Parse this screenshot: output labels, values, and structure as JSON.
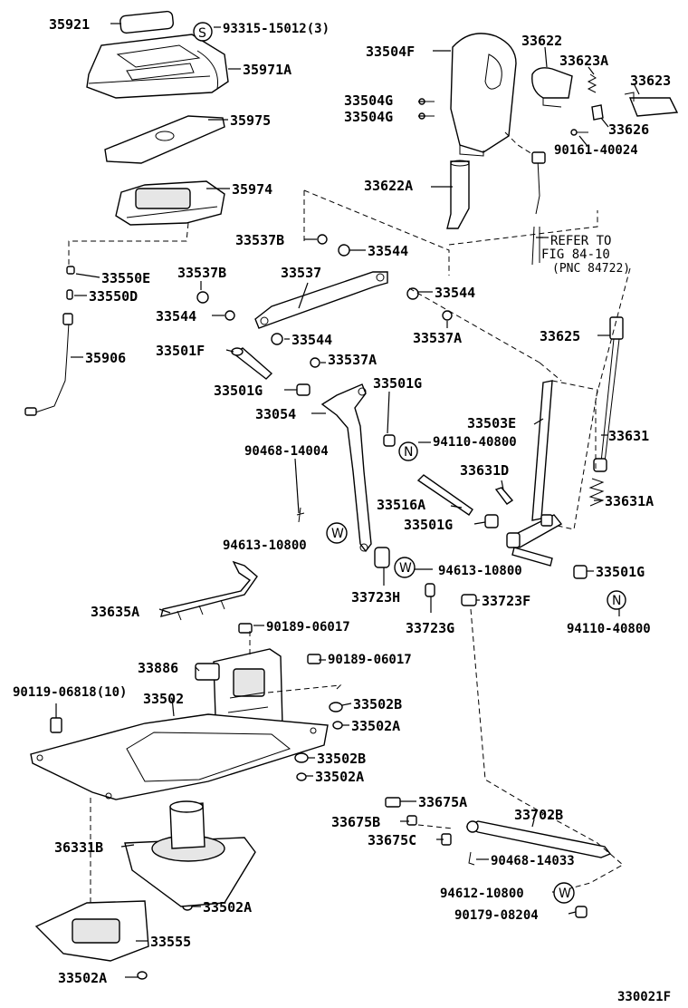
{
  "diagram_id": "330021F",
  "symbols": {
    "S": "S",
    "W": "W",
    "N": "N"
  },
  "labels": {
    "p35921": "35921",
    "p93315": "93315-15012(3)",
    "p35971A": "35971A",
    "p35975": "35975",
    "p35974": "35974",
    "p33537B_1": "33537B",
    "p33544_1": "33544",
    "p33550E": "33550E",
    "p33537B_2": "33537B",
    "p33550D": "33550D",
    "p33544_2": "33544",
    "p35906": "35906",
    "p33537": "33537",
    "p33544_3": "33544",
    "p33537A_1": "33537A",
    "p33544_4": "33544",
    "p33501F": "33501F",
    "p33537A_2": "33537A",
    "p33501G_1": "33501G",
    "p33501G_2": "33501G",
    "p33054": "33054",
    "p94110_1": "94110-40800",
    "p90468_1": "90468-14004",
    "p94613_1": "94613-10800",
    "p33635A": "33635A",
    "p33504F": "33504F",
    "p33504G_1": "33504G",
    "p33504G_2": "33504G",
    "p33622": "33622",
    "p33623A": "33623A",
    "p33623": "33623",
    "p33626": "33626",
    "p90161": "90161-40024",
    "p33622A": "33622A",
    "ref_line1": "REFER TO",
    "ref_line2": "FIG 84-10",
    "ref_line3": "(PNC 84722)",
    "p33625": "33625",
    "p33503E": "33503E",
    "p33631": "33631",
    "p33631D": "33631D",
    "p33516A": "33516A",
    "p33631A": "33631A",
    "p33501G_3": "33501G",
    "p94613_2": "94613-10800",
    "p33501G_4": "33501G",
    "p33723H": "33723H",
    "p33723F": "33723F",
    "p33723G": "33723G",
    "p94110_2": "94110-40800",
    "p90189_1": "90189-06017",
    "p90189_2": "90189-06017",
    "p33886": "33886",
    "p90119": "90119-06818(10)",
    "p33502": "33502",
    "p33502B_1": "33502B",
    "p33502A_1": "33502A",
    "p33502B_2": "33502B",
    "p33502A_2": "33502A",
    "p36331B": "36331B",
    "p33502A_3": "33502A",
    "p33555": "33555",
    "p33502A_4": "33502A",
    "p33675A": "33675A",
    "p33702B": "33702B",
    "p33675B": "33675B",
    "p33675C": "33675C",
    "p90468_2": "90468-14033",
    "p94612": "94612-10800",
    "p90179": "90179-08204"
  }
}
